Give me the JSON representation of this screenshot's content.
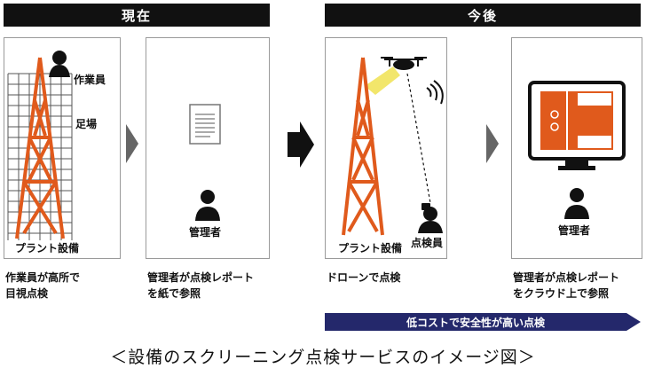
{
  "headers": {
    "current": "現在",
    "future": "今後"
  },
  "labels": {
    "worker": "作業員",
    "scaffold": "足場",
    "plant_current": "プラント設備",
    "manager_1": "管理者",
    "plant_future": "プラント設備",
    "inspector": "点検員",
    "manager_2": "管理者"
  },
  "captions": {
    "panel1": [
      "作業員が高所で",
      "目視点検"
    ],
    "panel2": [
      "管理者が点検レポート",
      "を紙で参照"
    ],
    "panel3": [
      "ドローンで点検"
    ],
    "panel4": [
      "管理者が点検レポート",
      "をクラウド上で参照"
    ]
  },
  "banner": "低コストで安全性が高い点検",
  "footer": "＜設備のスクリーニング点検サービスのイメージ図＞",
  "colors": {
    "tower": "#e05a1c",
    "banner": "#24286b",
    "header": "#111111"
  },
  "icons": [
    "worker-icon",
    "manager-icon",
    "document-icon",
    "drone-icon",
    "signal-icon",
    "inspector-icon",
    "monitor-icon",
    "tower-icon",
    "scaffold-grid"
  ]
}
